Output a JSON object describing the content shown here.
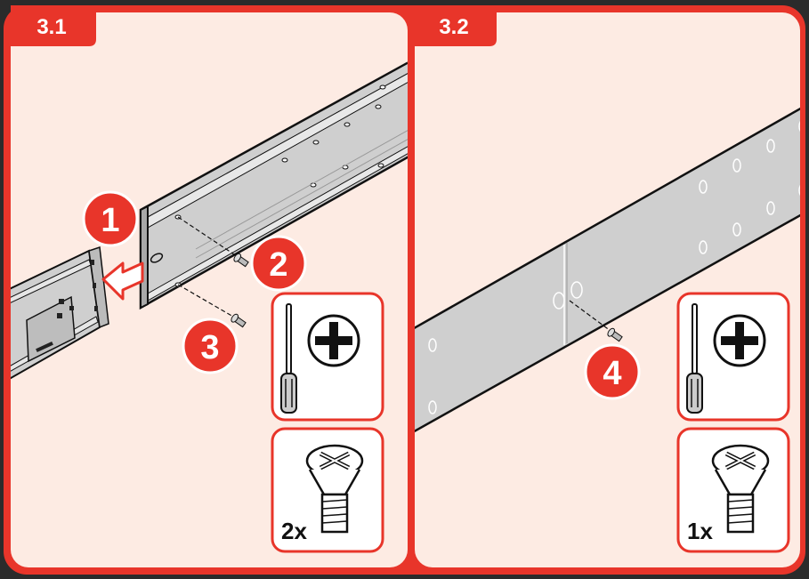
{
  "colors": {
    "frame": "#e8352a",
    "panel_bg": "#fdebe3",
    "rail_fill": "#cfcfcf",
    "rail_light": "#e4e4e4",
    "outline": "#111111",
    "background": "#2b2b2b"
  },
  "panels": [
    {
      "label": "3.1",
      "steps": [
        "1",
        "2",
        "3"
      ],
      "tools": {
        "driver": "phillips-screwdriver",
        "screw_count": "2x"
      }
    },
    {
      "label": "3.2",
      "steps": [
        "4"
      ],
      "tools": {
        "driver": "phillips-screwdriver",
        "screw_count": "1x"
      }
    }
  ],
  "icons": [
    "arrow-left-icon",
    "screwdriver-icon",
    "phillips-plus-icon",
    "screw-icon"
  ]
}
